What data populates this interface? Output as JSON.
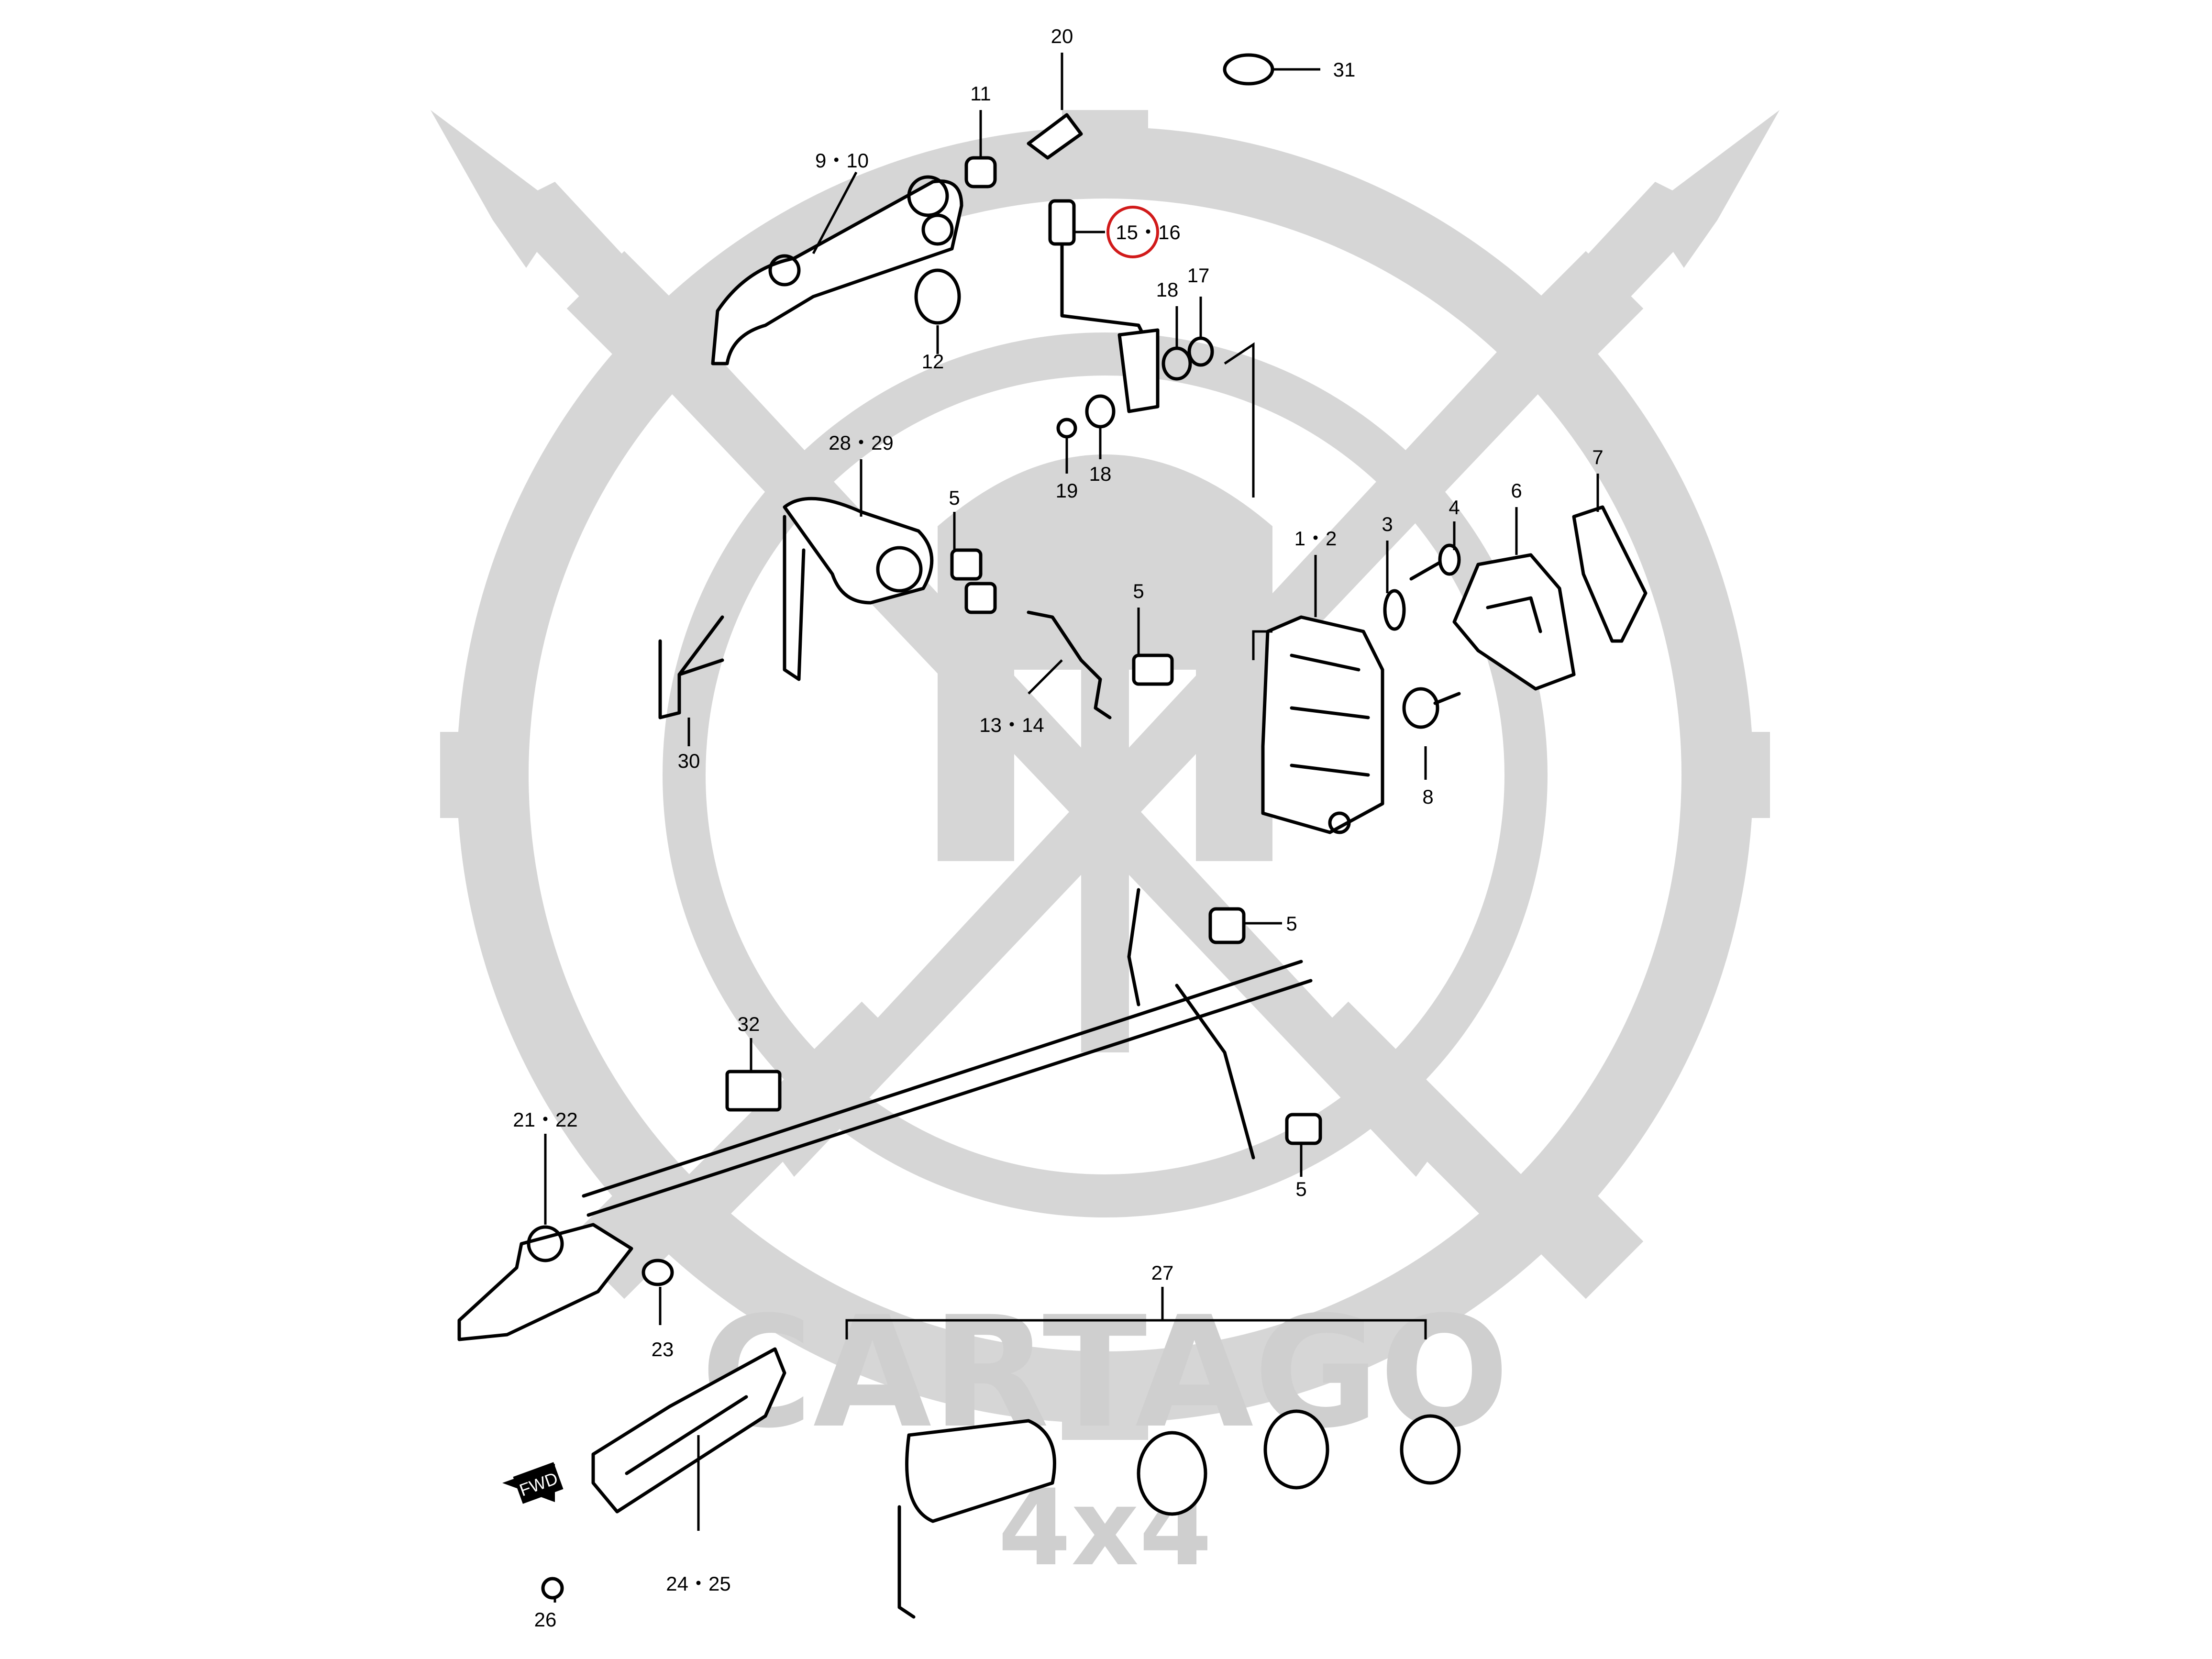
{
  "watermark": {
    "brand": "CARTAGO",
    "sub": "4x4",
    "color": "#cfcfcf"
  },
  "highlight_color": "#d11a1a",
  "fwd_label": "FWD",
  "labels": [
    "20",
    "31",
    "11",
    "9・10",
    "15・16",
    "18",
    "17",
    "12",
    "19",
    "18",
    "28・29",
    "5",
    "7",
    "1・2",
    "3",
    "4",
    "6",
    "5",
    "30",
    "13・14",
    "8",
    "5",
    "32",
    "21・22",
    "5",
    "27",
    "23",
    "24・25",
    "26"
  ],
  "highlighted_label_index": 4
}
